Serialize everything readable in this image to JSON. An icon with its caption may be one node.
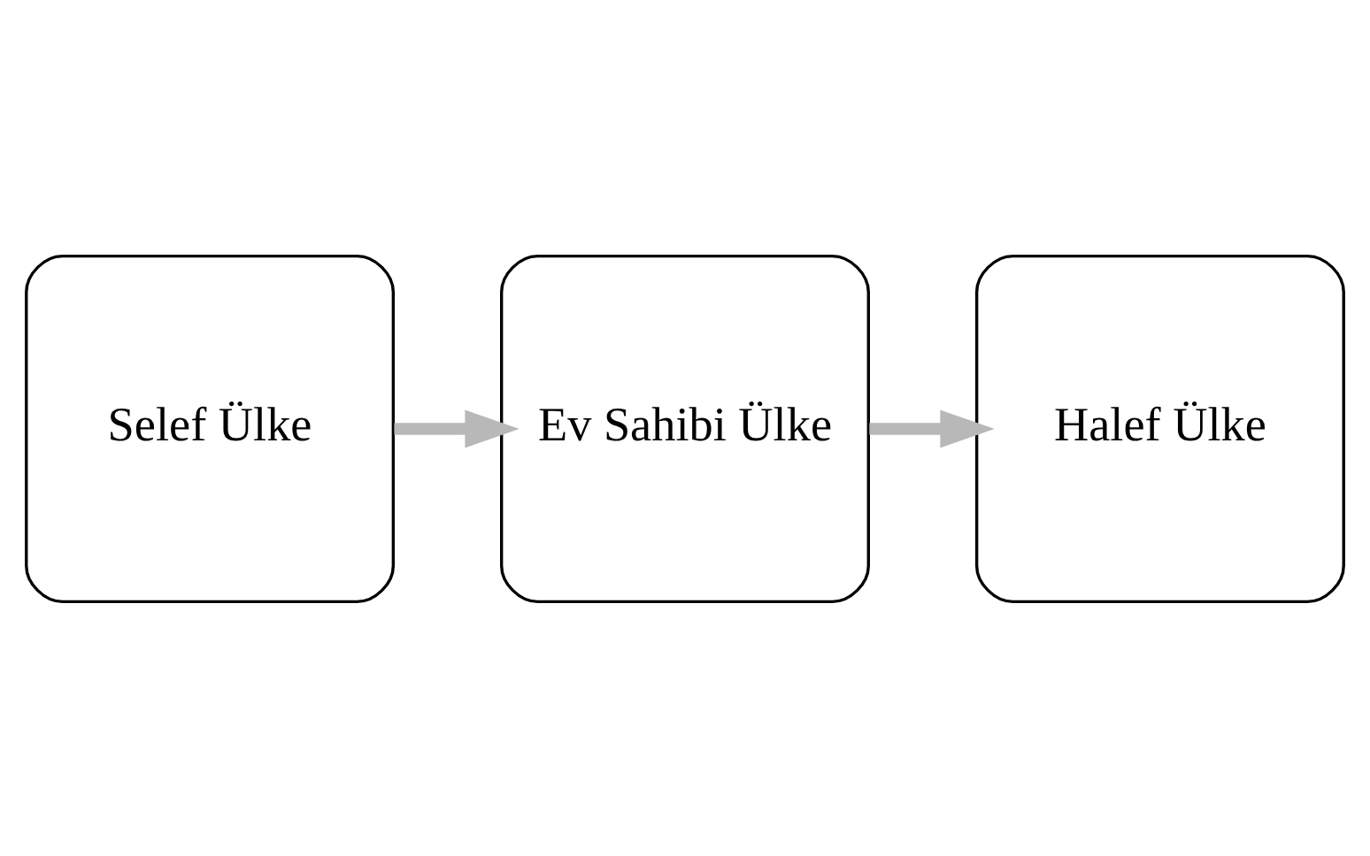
{
  "diagram": {
    "nodes": [
      {
        "text": [
          "Selef Ülke"
        ]
      },
      {
        "text": [
          "Ev Sahibi Ülke"
        ]
      },
      {
        "text": [
          "Halef Ülke"
        ]
      }
    ],
    "edges": [
      {
        "from": 0,
        "to": 1,
        "arrow": "to"
      },
      {
        "from": 1,
        "to": 2,
        "arrow": "to"
      }
    ]
  }
}
